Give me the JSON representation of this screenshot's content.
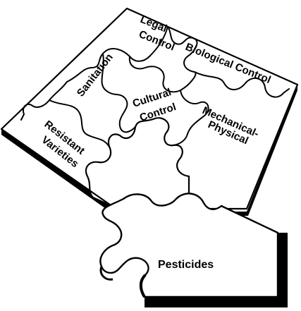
{
  "puzzle": {
    "pieces": {
      "legal": {
        "line1": "Legal",
        "line2": "Control"
      },
      "biological": {
        "label": "Biological Control"
      },
      "sanitation": {
        "label": "Sanitation"
      },
      "cultural": {
        "line1": "Cultural",
        "line2": "Control"
      },
      "mechanical": {
        "line1": "Mechanical-",
        "line2": "Physical"
      },
      "resistant": {
        "line1": "Resistant",
        "line2": "Varieties"
      },
      "pesticides": {
        "label": "Pesticides"
      }
    }
  },
  "colors": {
    "ink": "#000000",
    "paper": "#ffffff"
  }
}
